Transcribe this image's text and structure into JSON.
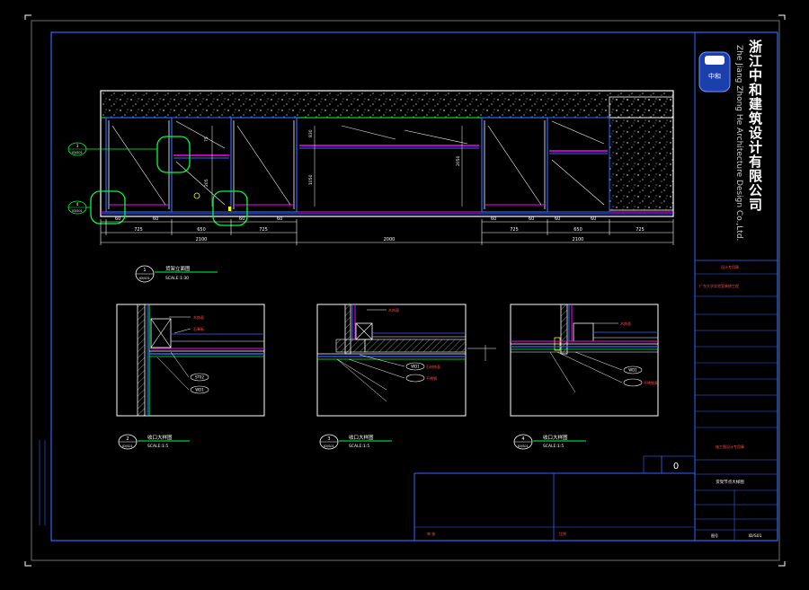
{
  "company": {
    "name_cn": "浙江中和建筑设计有限公司",
    "name_en": "Zhe Jiang Zhong He Architecture Design Co.,Ltd.",
    "logo_text": "中和"
  },
  "colors": {
    "background": "#000000",
    "frame": "#ffffff",
    "accent_blue": "#2f66ff",
    "accent_green": "#00ff3c",
    "accent_magenta": "#ff00ff",
    "accent_yellow": "#ffff00"
  },
  "elevation": {
    "callouts": [
      {
        "num": "3",
        "sheet": "ID/S01"
      },
      {
        "num": "4",
        "sheet": "ID/S01"
      }
    ],
    "dims_top": [
      "725",
      "650",
      "725",
      "725",
      "650",
      "725"
    ],
    "dims_sub": [
      "60",
      "60",
      "60",
      "60",
      "60",
      "60",
      "60",
      "60"
    ],
    "dims_total": [
      "2100",
      "2000",
      "2100"
    ],
    "vertical_dims": [
      "75",
      "205",
      "1050",
      "830",
      "2050"
    ]
  },
  "drawings": [
    {
      "num": "1",
      "sheet": "ID/S01",
      "title": "货架立面图",
      "scale": "SCALE:1:30"
    },
    {
      "num": "2",
      "sheet": "ID/S01",
      "title": "收口大样图",
      "scale": "SCALE:1:5"
    },
    {
      "num": "3",
      "sheet": "ID/S01",
      "title": "收口大样图",
      "scale": "SCALE:1:5"
    },
    {
      "num": "4",
      "sheet": "ID/S01",
      "title": "收口大样图",
      "scale": "SCALE:1:5"
    }
  ],
  "detail_labels": {
    "d2": [
      "木饰面",
      "石膏板",
      "ST02",
      "WD1"
    ],
    "d3": [
      "木饰面",
      "WD1",
      "石材饰面",
      "不锈钢"
    ],
    "d4": [
      "木饰面",
      "WD1",
      "不锈钢条"
    ]
  },
  "title_block": {
    "row_stamp": "设计专用章",
    "project": "广东大学实验室装修工程",
    "drawing_name": "货架节点大样图",
    "sheet_label": "图号",
    "sheet_no": "ID/S01",
    "rev_value": "0",
    "footer_note": "施工图设计专用章",
    "mid_label": "审 核",
    "date_label": "比例"
  }
}
